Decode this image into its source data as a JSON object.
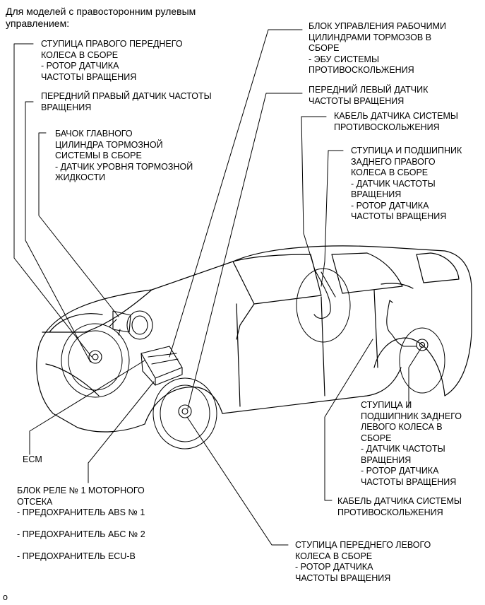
{
  "heading": "Для моделей с правосторонним рулевым\nуправлением:",
  "labels": {
    "front_right_hub": "СТУПИЦА ПРАВОГО ПЕРЕДНЕГО\nКОЛЕСА В СБОРЕ\n- РОТОР ДАТЧИКА\nЧАСТОТЫ ВРАЩЕНИЯ",
    "front_right_sensor": "ПЕРЕДНИЙ ПРАВЫЙ ДАТЧИК ЧАСТОТЫ\nВРАЩЕНИЯ",
    "master_cylinder": "БАЧОК ГЛАВНОГО\nЦИЛИНДРА ТОРМОЗНОЙ\nСИСТЕМЫ В СБОРЕ\n- ДАТЧИК УРОВНЯ ТОРМОЗНОЙ\nЖИДКОСТИ",
    "actuator": "БЛОК УПРАВЛЕНИЯ РАБОЧИМИ\nЦИЛИНДРАМИ ТОРМОЗОВ В\nСБОРЕ\n- ЭБУ СИСТЕМЫ\nПРОТИВОСКОЛЬЖЕНИЯ",
    "front_left_sensor": "ПЕРЕДНИЙ ЛЕВЫЙ ДАТЧИК\nЧАСТОТЫ ВРАЩЕНИЯ",
    "skid_cable_top": "КАБЕЛЬ ДАТЧИКА СИСТЕМЫ\nПРОТИВОСКОЛЬЖЕНИЯ",
    "rear_right_hub": "СТУПИЦА И ПОДШИПНИК\nЗАДНЕГО ПРАВОГО\nКОЛЕСА В СБОРЕ\n- ДАТЧИК ЧАСТОТЫ\nВРАЩЕНИЯ\n- РОТОР ДАТЧИКА\nЧАСТОТЫ ВРАЩЕНИЯ",
    "rear_left_hub": "СТУПИЦА И\nПОДШИПНИК ЗАДНЕГО\nЛЕВОГО КОЛЕСА В\nСБОРЕ\n- ДАТЧИК ЧАСТОТЫ\nВРАЩЕНИЯ\n- РОТОР ДАТЧИКА\nЧАСТОТЫ ВРАЩЕНИЯ",
    "ecm": "ECM",
    "relay_block": "БЛОК РЕЛЕ № 1 МОТОРНОГО\nОТСЕКА\n- ПРЕДОХРАНИТЕЛЬ ABS № 1\n\n- ПРЕДОХРАНИТЕЛЬ АБС № 2\n\n- ПРЕДОХРАНИТЕЛЬ ECU-B",
    "skid_cable_bottom": "КАБЕЛЬ ДАТЧИКА СИСТЕМЫ\nПРОТИВОСКОЛЬЖЕНИЯ",
    "front_left_hub": "СТУПИЦА ПЕРЕДНЕГО ЛЕВОГО\nКОЛЕСА В СБОРЕ\n- РОТОР ДАТЧИКА\nЧАСТОТЫ ВРАЩЕНИЯ"
  },
  "footer": "o"
}
